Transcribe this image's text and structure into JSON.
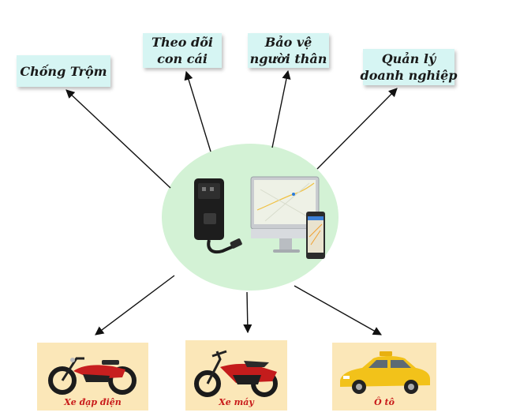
{
  "top_nodes": [
    {
      "id": "chong-trom",
      "lines": [
        "Chống Trộm"
      ]
    },
    {
      "id": "theo-doi-con-cai",
      "lines": [
        "Theo dõi",
        "con cái"
      ]
    },
    {
      "id": "bao-ve-nguoi-than",
      "lines": [
        "Bảo vệ",
        "người thân"
      ]
    },
    {
      "id": "quan-ly-doanh-nghiep",
      "lines": [
        "Quản lý",
        "doanh nghiệp"
      ]
    }
  ],
  "bottom_nodes": [
    {
      "id": "xe-dap-dien",
      "label": "Xe đạp điện",
      "icon": "electric-bike-icon"
    },
    {
      "id": "xe-may",
      "label": "Xe máy",
      "icon": "motorbike-icon"
    },
    {
      "id": "o-to",
      "label": "Ô tô",
      "icon": "taxi-car-icon"
    }
  ],
  "center": {
    "icons": [
      "gps-tracker-icon",
      "monitor-map-icon",
      "phone-map-icon"
    ]
  },
  "colors": {
    "circle": "#d3f2d5",
    "box": "#d6f5f3",
    "card": "#fbe7b8",
    "card_label": "#c81a1a",
    "arrow": "#111111"
  }
}
